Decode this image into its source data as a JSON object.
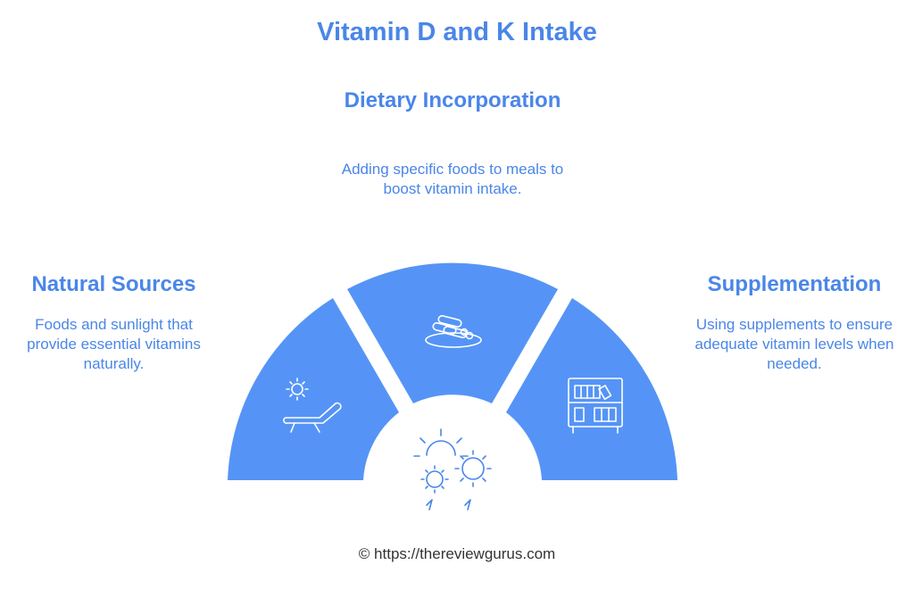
{
  "title": "Vitamin D and K Intake",
  "segments": {
    "dietary": {
      "heading": "Dietary Incorporation",
      "description": "Adding specific foods to meals to boost vitamin intake.",
      "icon": "food-plate-icon"
    },
    "natural": {
      "heading": "Natural Sources",
      "description": "Foods and sunlight that provide essential vitamins naturally.",
      "icon": "sunbathing-chair-icon"
    },
    "supplementation": {
      "heading": "Supplementation",
      "description": "Using supplements to ensure adequate vitamin levels when needed.",
      "icon": "medicine-cabinet-icon"
    },
    "center_icon": "sun-cycle-icon"
  },
  "colors": {
    "accent": "#4a86e8",
    "segment_fill": "#5594f6",
    "icon_stroke": "#ffffff"
  },
  "footer": "© https://thereviewgurus.com"
}
